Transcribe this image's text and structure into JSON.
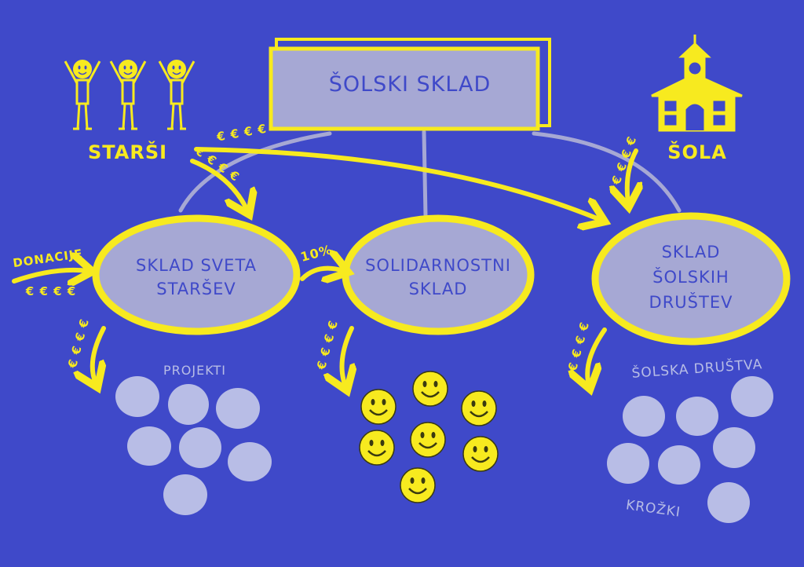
{
  "title": "ŠOLSKI SKLAD",
  "parents": "STARŠI",
  "school": "ŠOLA",
  "donations": "DONACIJE",
  "euro_rows": {
    "parents_top": "€ € € €",
    "parents_mid": "€ € € €",
    "donations": "€ € € €",
    "school": "€ € € €",
    "left_down": "€ € € €",
    "mid_down": "€ € € €",
    "right_down": "€ € € €"
  },
  "percent": "10%",
  "funds": {
    "parents_council": {
      "line1": "SKLAD SVETA",
      "line2": "STARŠEV"
    },
    "solidarity": {
      "line1": "SOLIDARNOSTNI",
      "line2": "SKLAD"
    },
    "school_societies": {
      "line1": "SKLAD",
      "line2": "ŠOLSKIH",
      "line3": "DRUŠTEV"
    }
  },
  "projects": "PROJEKTI",
  "school_societies_label": "ŠOLSKA DRUŠTVA",
  "clubs": "KROŽKI",
  "colors": {
    "background": "#3f49c9",
    "accent": "#f7ea1f",
    "box": "#a6a8d4",
    "blob": "#b8bde6"
  }
}
